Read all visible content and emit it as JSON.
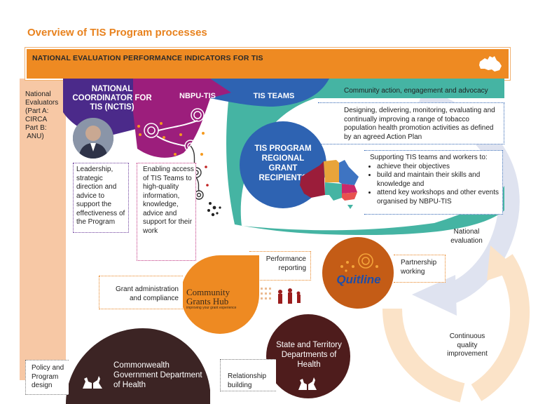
{
  "title": "Overview of TIS Program processes",
  "banner": "NATIONAL EVALUATION PERFORMANCE INDICATORS FOR TIS",
  "evaluators": "National\nEvaluators\n(Part A:\nCIRCA\nPart B:\n ANU)",
  "nctis": {
    "heading": "NATIONAL COORDINATOR FOR TIS (NCTIS)",
    "description": "Leadership, strategic direction and advice to support the effectiveness of the Program"
  },
  "nbpu": {
    "heading": "NBPU-TIS",
    "description": "Enabling access of TIS Teams to high-quality information, knowledge, advice and support for their work"
  },
  "tis_teams": {
    "heading": "TIS TEAMS",
    "community": "Community action, engagement and advocacy",
    "designing": "Designing, delivering, monitoring, evaluating and continually improving a range of tobacco population health promotion activities as defined by an agreed Action Plan"
  },
  "recipients": {
    "heading": "TIS PROGRAM REGIONAL GRANT RECIPIENTS",
    "supporting_intro": "Supporting TIS teams and workers to:",
    "supporting_items": [
      "achieve their objectives",
      "build and maintain their skills and knowledge and",
      "attend key workshops and other events organised by NBPU-TIS"
    ]
  },
  "national_evaluation": "National evaluation",
  "partnership": "Partnership working",
  "quitline": "Quitline",
  "performance": "Performance reporting",
  "grants_hub": {
    "name_line1": "Community",
    "name_line2": "Grants Hub",
    "tagline": "improving your grant experience"
  },
  "grant_admin": "Grant administration and compliance",
  "continuous": "Continuous quality improvement",
  "state": "State and Territory Departments of Health",
  "relationship": "Relationship building",
  "policy": "Policy and Program design",
  "commonwealth": "Commonwealth Government Department of Health",
  "colors": {
    "orange": "#ee8a22",
    "purple": "#4b2a8a",
    "magenta": "#9c1e7c",
    "blue": "#2e63b2",
    "teal": "#45b4a3",
    "brown": "#4e1c1c",
    "dark_orange": "#c45c16",
    "arrow_light": "#dfe3f0"
  }
}
